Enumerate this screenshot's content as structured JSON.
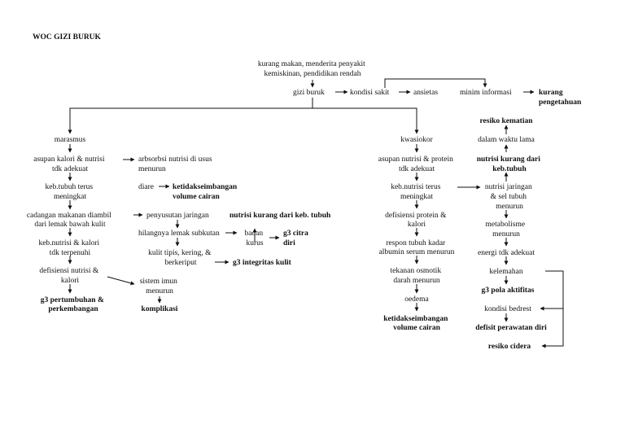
{
  "title": "WOC GIZI BURUK",
  "colors": {
    "text": "#111111",
    "background": "#ffffff"
  },
  "nodes": {
    "cause": [
      "kurang makan, menderita penyakit",
      "kemiskinan, pendidikan rendah"
    ],
    "gizi_buruk": "gizi buruk",
    "kondisi_sakit": "kondisi sakit",
    "ansietas": "ansietas",
    "minim_informasi": "minim informasi",
    "kurang_pengetahuan": [
      "kurang",
      "pengetahuan"
    ],
    "marasmus": "marasmus",
    "asupan_kalori": [
      "asupan kalori & nutrisi",
      "tdk adekuat"
    ],
    "absorbsi": [
      "arbsorbsi nutrisi di usus",
      "menurun"
    ],
    "diare": "diare",
    "ketidakseimbangan_1": [
      "ketidakseimbangan",
      "volume cairan"
    ],
    "bb_turun_1": [
      "keb.tubuh terus",
      "meningkat"
    ],
    "cadangan": [
      "cadangan makanan diambil",
      "dari lemak bawah kulit"
    ],
    "penyusutan": "penyusutan jaringan",
    "nutrisi_kurang_1": "nutrisi kurang dari keb. tubuh",
    "hilangnya": "hilangnya lemak subkutan",
    "badan_kurus": [
      "badan",
      "kurus"
    ],
    "citra_diri": [
      "g3 citra",
      "diri"
    ],
    "keb_nutrisi": [
      "keb.nutrisi & kalori",
      "tdk terpenuhi"
    ],
    "kulit": [
      "kulit tipis, kering, &",
      "berkeriput"
    ],
    "integritas_kulit": "g3 integritas kulit",
    "defisiensi_1": [
      "defisiensi nutrisi &",
      "kalori"
    ],
    "sistem_imun": [
      "sistem imun",
      "menurun"
    ],
    "pertumbuhan": [
      "g3 pertumbuhan &",
      "perkembangan"
    ],
    "komplikasi": "komplikasi",
    "kwasiokor": "kwasiokor",
    "asupan_protein": [
      "asupan nutrisi & protein",
      "tdk adekuat"
    ],
    "bb_turun_2": [
      "keb.nutrisi terus",
      "meningkat"
    ],
    "defisiensi_2": [
      "defisiensi protein &",
      "kalori"
    ],
    "respon": [
      "respon tubuh kadar",
      "albumin serum menurun"
    ],
    "tekanan": [
      "tekanan osmotik",
      "darah menurun"
    ],
    "oedema": "oedema",
    "ketidakseimbangan_2": [
      "ketidakseimbangan",
      "volume cairan"
    ],
    "resiko_kematian": "resiko kematian",
    "dalam_waktu": "dalam waktu lama",
    "nutrisi_kurang_2": [
      "nutrisi kurang dari",
      "keb.tubuh"
    ],
    "nutrisi_jaringan": [
      "nutrisi jaringan",
      "& sel tubuh",
      "menurun"
    ],
    "metabolisme": [
      "metabolisme",
      "menurun"
    ],
    "energi": "energi tdk adekuat",
    "kelemahan": "kelemahan",
    "pola_aktifitas": "g3 pola aktifitas",
    "kondisi_bedrest": "kondisi bedrest",
    "defisit_perawatan": "defisit perawatan diri",
    "resiko_cidera": "resiko cidera"
  }
}
